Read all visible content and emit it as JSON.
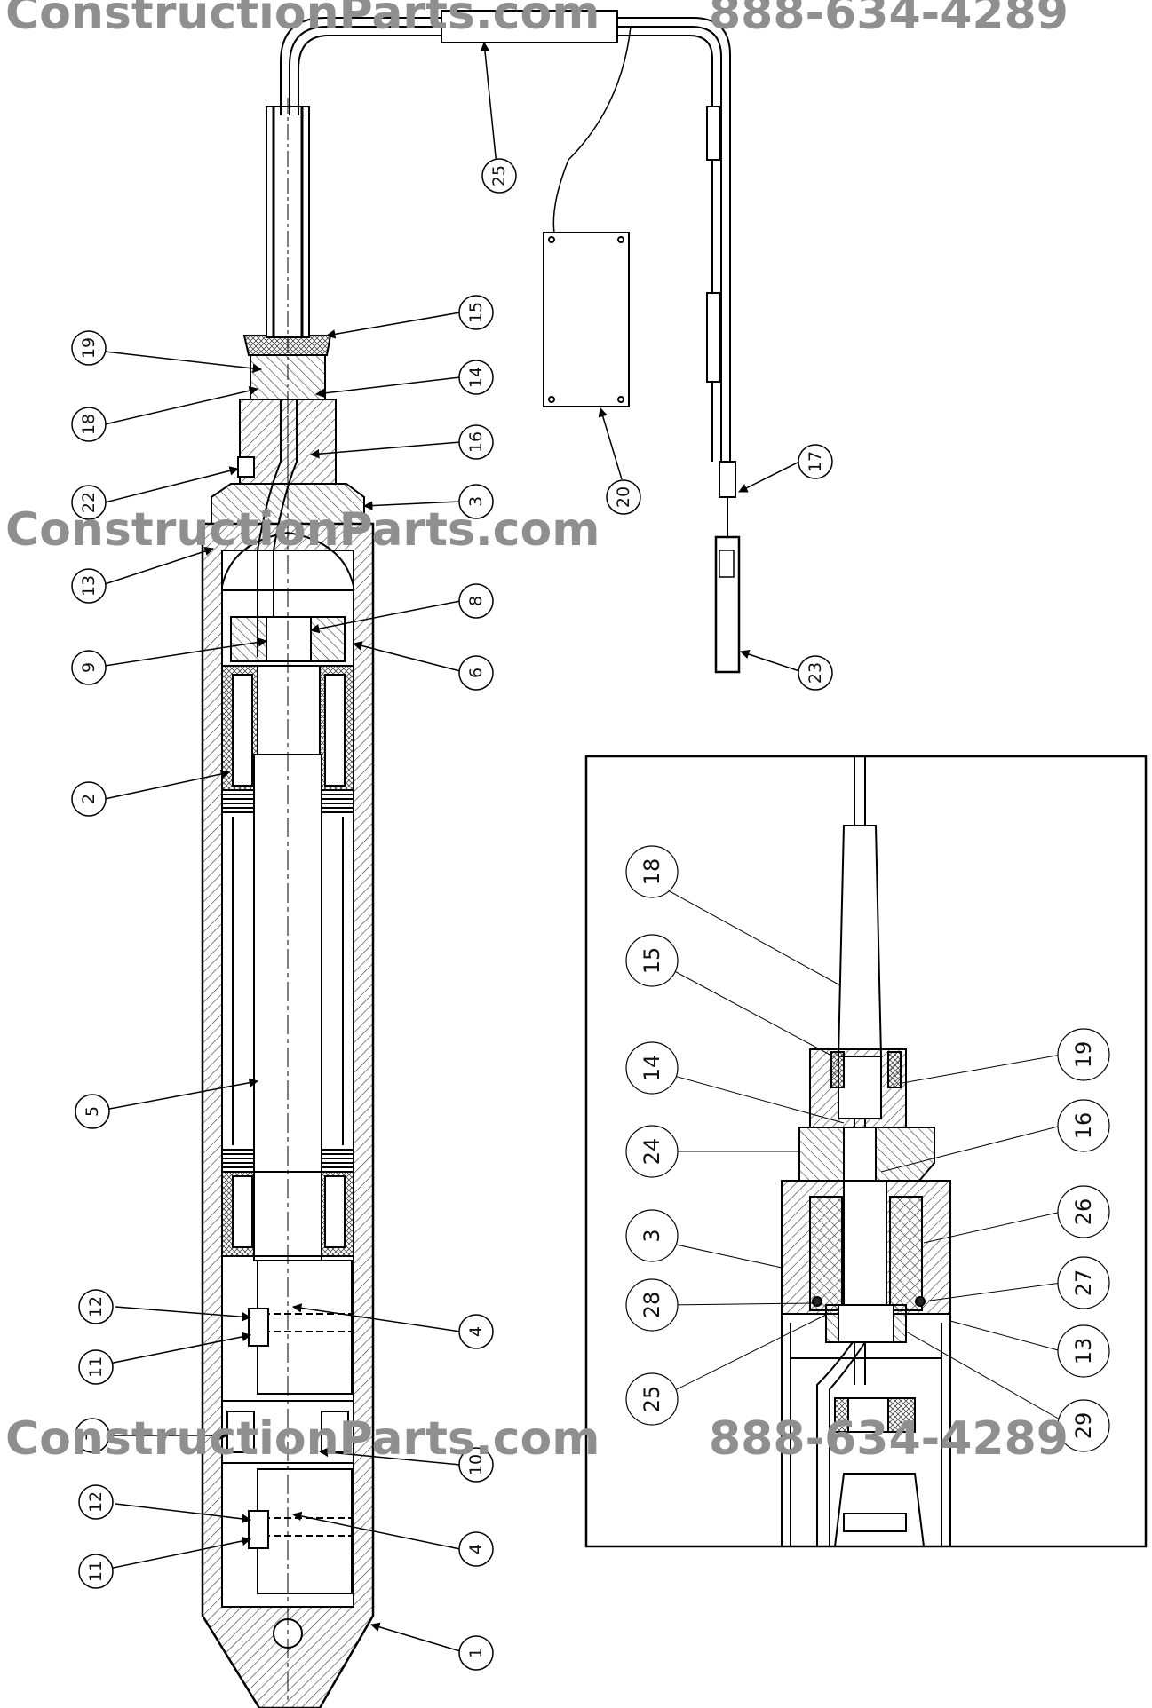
{
  "watermarks": {
    "site": "ConstructionParts.com",
    "phone": "888-634-4289"
  },
  "callouts": {
    "c25": "25",
    "c15": "15",
    "c19": "19",
    "c14": "14",
    "c18": "18",
    "c16": "16",
    "c22": "22",
    "c3": "3",
    "c13": "13",
    "c8": "8",
    "c9": "9",
    "c6": "6",
    "c2": "2",
    "c5": "5",
    "c12a": "12",
    "c11a": "11",
    "c4a": "4",
    "c7": "7",
    "c10": "10",
    "c12b": "12",
    "c11b": "11",
    "c4b": "4",
    "c1": "1",
    "c20": "20",
    "c17": "17",
    "c23": "23"
  },
  "inset": {
    "i18": "18",
    "i15": "15",
    "i14": "14",
    "i24": "24",
    "i3": "3",
    "i28": "28",
    "i25": "25",
    "i19": "19",
    "i16": "16",
    "i26": "26",
    "i27": "27",
    "i13": "13",
    "i29": "29"
  }
}
